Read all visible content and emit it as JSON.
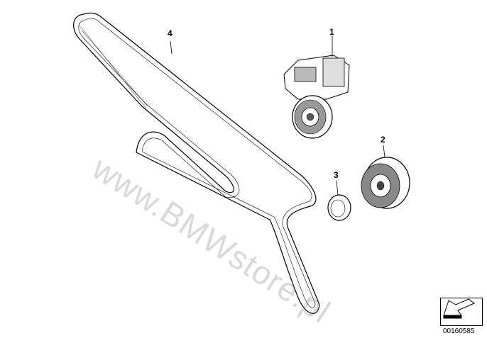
{
  "diagram": {
    "watermark": "www.BMWstore.pl",
    "callouts": [
      {
        "label": "1",
        "part": "tensioner"
      },
      {
        "label": "2",
        "part": "idler-pulley"
      },
      {
        "label": "3",
        "part": "cover-cap"
      },
      {
        "label": "4",
        "part": "ribbed-v-belt"
      }
    ],
    "diagram_code": "00160585"
  }
}
